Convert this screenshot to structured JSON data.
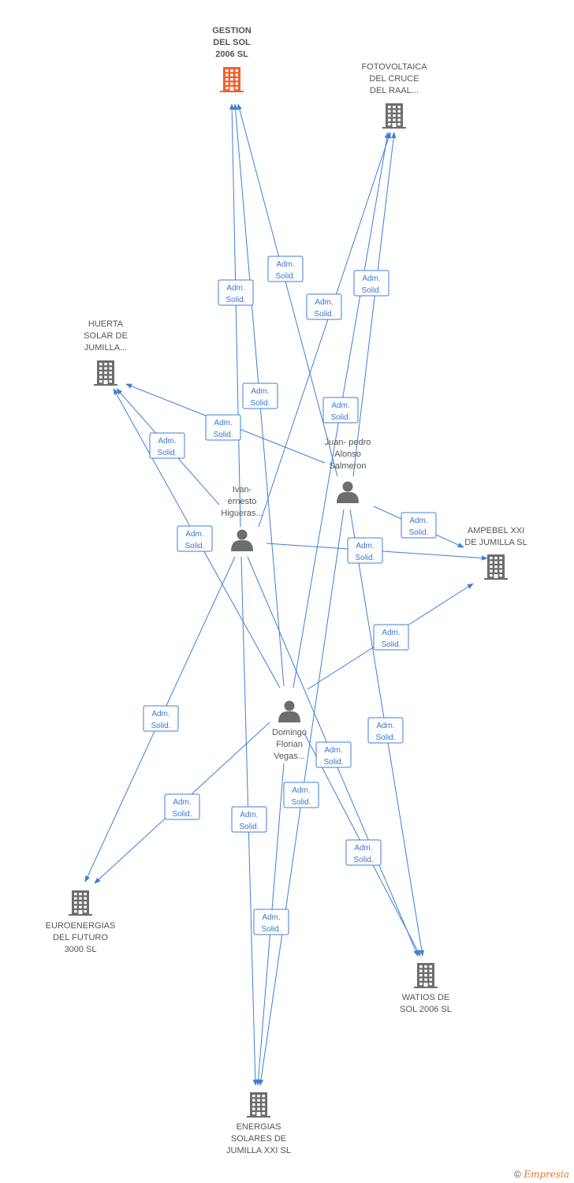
{
  "colors": {
    "edge": "#3f7fd6",
    "company": "#6d6d6d",
    "main_company": "#f0602f",
    "person": "#6d6d6d",
    "edge_label": "#3a78d0"
  },
  "nodes": [
    {
      "id": "gestion",
      "kind": "company",
      "main": true,
      "lines": [
        "GESTION",
        "DEL SOL",
        "2006 SL"
      ]
    },
    {
      "id": "fotovoltaica",
      "kind": "company",
      "lines": [
        "FOTOVOLTAICA",
        "DEL CRUCE",
        "DEL RAAL..."
      ]
    },
    {
      "id": "huerta",
      "kind": "company",
      "lines": [
        "HUERTA",
        "SOLAR DE",
        "JUMILLA..."
      ]
    },
    {
      "id": "juan",
      "kind": "person",
      "lines": [
        "Juan- pedro",
        "Alonso",
        "Salmeron"
      ]
    },
    {
      "id": "ivan",
      "kind": "person",
      "lines": [
        "Ivan-",
        "ernesto",
        "Higueras..."
      ]
    },
    {
      "id": "ampebel",
      "kind": "company",
      "lines": [
        "AMPEBEL XXI",
        "DE JUMILLA SL"
      ]
    },
    {
      "id": "domingo",
      "kind": "person",
      "lines": [
        "Domingo",
        "Florian",
        "Vegas..."
      ]
    },
    {
      "id": "euro",
      "kind": "company",
      "lines": [
        "EUROENERGIAS",
        "DEL FUTURO",
        "3000 SL"
      ]
    },
    {
      "id": "watios",
      "kind": "company",
      "lines": [
        "WATIOS DE",
        "SOL 2006 SL"
      ]
    },
    {
      "id": "energias",
      "kind": "company",
      "lines": [
        "ENERGIAS",
        "SOLARES DE",
        "JUMILLA XXI SL"
      ]
    }
  ],
  "edges": [
    {
      "from": "ivan",
      "to": "gestion",
      "label": [
        "Adm.",
        "Solid."
      ]
    },
    {
      "from": "domingo",
      "to": "gestion",
      "label": [
        "Adm.",
        "Solid."
      ]
    },
    {
      "from": "juan",
      "to": "gestion",
      "label": [
        "Adm.",
        "Solid."
      ]
    },
    {
      "from": "ivan",
      "to": "fotovoltaica",
      "label": [
        "Adm.",
        "Solid."
      ]
    },
    {
      "from": "juan",
      "to": "fotovoltaica",
      "label": [
        "Adm.",
        "Solid."
      ]
    },
    {
      "from": "domingo",
      "to": "fotovoltaica",
      "label": [
        "Adm.",
        "Solid."
      ]
    },
    {
      "from": "juan",
      "to": "huerta",
      "label": [
        "Adm.",
        "Solid."
      ]
    },
    {
      "from": "ivan",
      "to": "huerta",
      "label": [
        "Adm.",
        "Solid."
      ]
    },
    {
      "from": "domingo",
      "to": "huerta",
      "label": [
        "Adm.",
        "Solid."
      ]
    },
    {
      "from": "juan",
      "to": "ampebel",
      "label": [
        "Adm.",
        "Solid."
      ]
    },
    {
      "from": "ivan",
      "to": "ampebel",
      "label": [
        "Adm.",
        "Solid."
      ]
    },
    {
      "from": "domingo",
      "to": "ampebel",
      "label": [
        "Adm.",
        "Solid."
      ]
    },
    {
      "from": "ivan",
      "to": "euro",
      "label": [
        "Adm.",
        "Solid."
      ]
    },
    {
      "from": "domingo",
      "to": "euro",
      "label": [
        "Adm.",
        "Solid."
      ]
    },
    {
      "from": "juan",
      "to": "watios",
      "label": [
        "Adm.",
        "Solid."
      ]
    },
    {
      "from": "ivan",
      "to": "watios",
      "label": [
        "Adm.",
        "Solid."
      ]
    },
    {
      "from": "domingo",
      "to": "watios",
      "label": [
        "Adm.",
        "Solid."
      ]
    },
    {
      "from": "ivan",
      "to": "energias",
      "label": [
        "Adm.",
        "Solid."
      ]
    },
    {
      "from": "juan",
      "to": "energias",
      "label": [
        "Adm.",
        "Solid."
      ]
    },
    {
      "from": "domingo",
      "to": "energias",
      "label": [
        "Adm.",
        "Solid."
      ]
    }
  ],
  "watermark": {
    "symbol": "©",
    "brand": "Empresia"
  }
}
